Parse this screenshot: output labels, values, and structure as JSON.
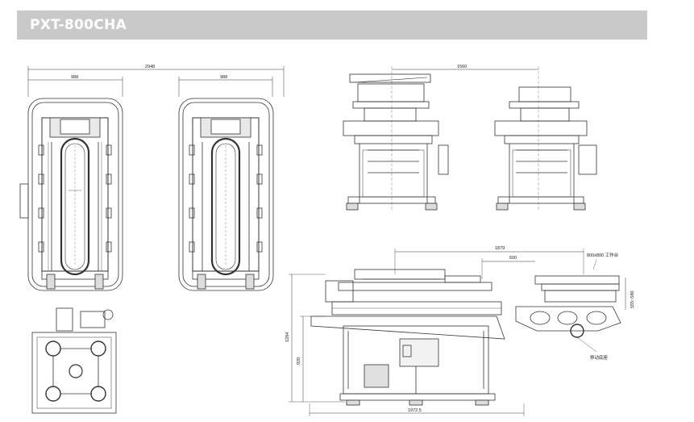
{
  "header": {
    "title": "PXT-800CHA"
  },
  "top_view_left": {
    "dim_overall": "2948",
    "dim_inner": "988"
  },
  "top_view_right": {
    "dim_inner": "988"
  },
  "front_views": {
    "dim_span": "1560"
  },
  "side_view": {
    "dim_top": "1879",
    "dim_mid": "600",
    "pallet_label": "800x800 工作台",
    "dim_stroke": "555~580",
    "dim_overall_height": "1284",
    "dim_height": "920",
    "dim_length": "1972.5",
    "note_label": "移动底座"
  }
}
